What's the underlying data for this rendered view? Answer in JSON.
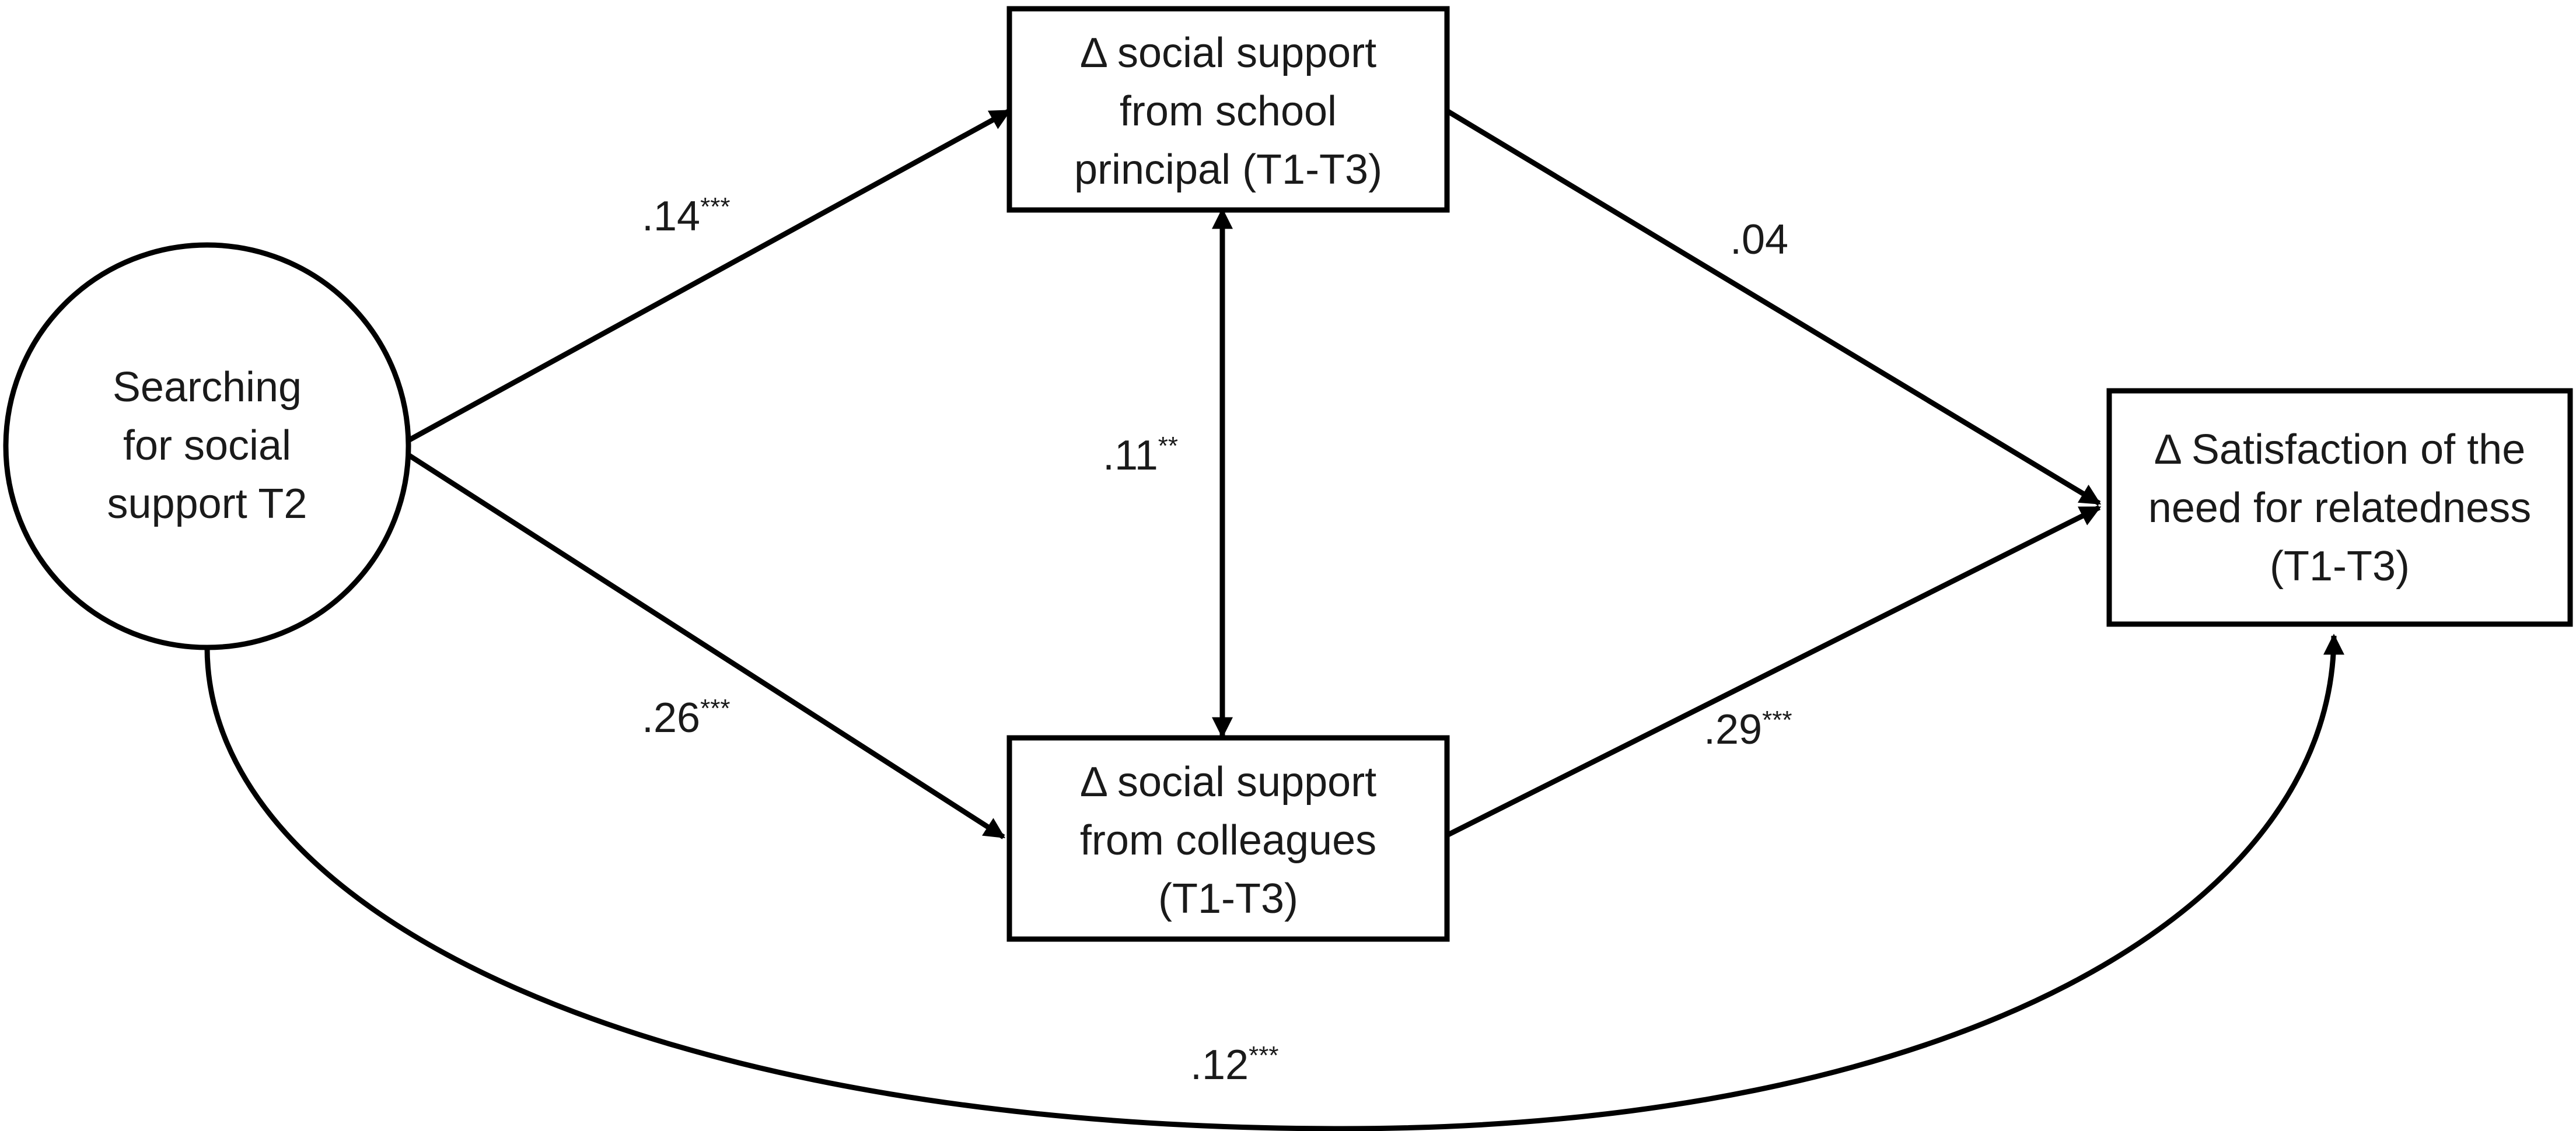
{
  "nodes": {
    "searching": {
      "lines": [
        "Searching",
        "for social",
        "support T2"
      ]
    },
    "principal": {
      "lines": [
        "Δ social support",
        "from school",
        "principal (T1-T3)"
      ]
    },
    "colleagues": {
      "lines": [
        "Δ social support",
        "from colleagues",
        "(T1-T3)"
      ]
    },
    "relatedness": {
      "lines": [
        "Δ Satisfaction of the",
        "need for relatedness",
        "(T1-T3)"
      ]
    }
  },
  "paths": {
    "searching_to_principal": {
      "value": ".14",
      "sig": "***"
    },
    "searching_to_colleagues": {
      "value": ".26",
      "sig": "***"
    },
    "principal_colleagues": {
      "value": ".11",
      "sig": "**"
    },
    "principal_to_relatedness": {
      "value": ".04",
      "sig": ""
    },
    "colleagues_to_relatedness": {
      "value": ".29",
      "sig": "***"
    },
    "searching_to_relatedness": {
      "value": ".12",
      "sig": "***"
    }
  }
}
